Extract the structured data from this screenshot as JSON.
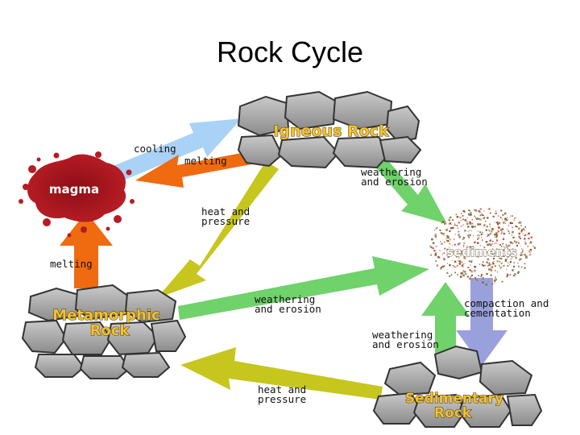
{
  "title": "Rock Cycle",
  "nodes": {
    "igneous": "Igneous Rock",
    "magma": "magma",
    "sediments": "sediments",
    "metamorphic_line1": "Metamorphic",
    "metamorphic_line2": "Rock",
    "sedimentary_line1": "Sedimentary",
    "sedimentary_line2": "Rock"
  },
  "processes": {
    "cooling": "cooling",
    "melting_igneous": "melting",
    "heat_pressure_igneous_line1": "heat and",
    "heat_pressure_igneous_line2": "pressure",
    "weathering_igneous_line1": "weathering",
    "weathering_igneous_line2": "and erosion",
    "melting_metamorphic": "melting",
    "weathering_metamorphic_line1": "weathering",
    "weathering_metamorphic_line2": "and erosion",
    "compaction_line1": "compaction and",
    "compaction_line2": "cementation",
    "weathering_sedimentary_line1": "weathering",
    "weathering_sedimentary_line2": "and erosion",
    "heat_pressure_sedimentary_line1": "heat and",
    "heat_pressure_sedimentary_line2": "pressure"
  },
  "colors": {
    "cooling_arrow": "#a9d2f6",
    "melting_arrow": "#f06a10",
    "heat_pressure_arrow": "#c6c61e",
    "weathering_arrow": "#6fd26a",
    "compaction_arrow": "#9aa0dc",
    "magma": "#a3141e",
    "rock_label": "#f2c230"
  }
}
